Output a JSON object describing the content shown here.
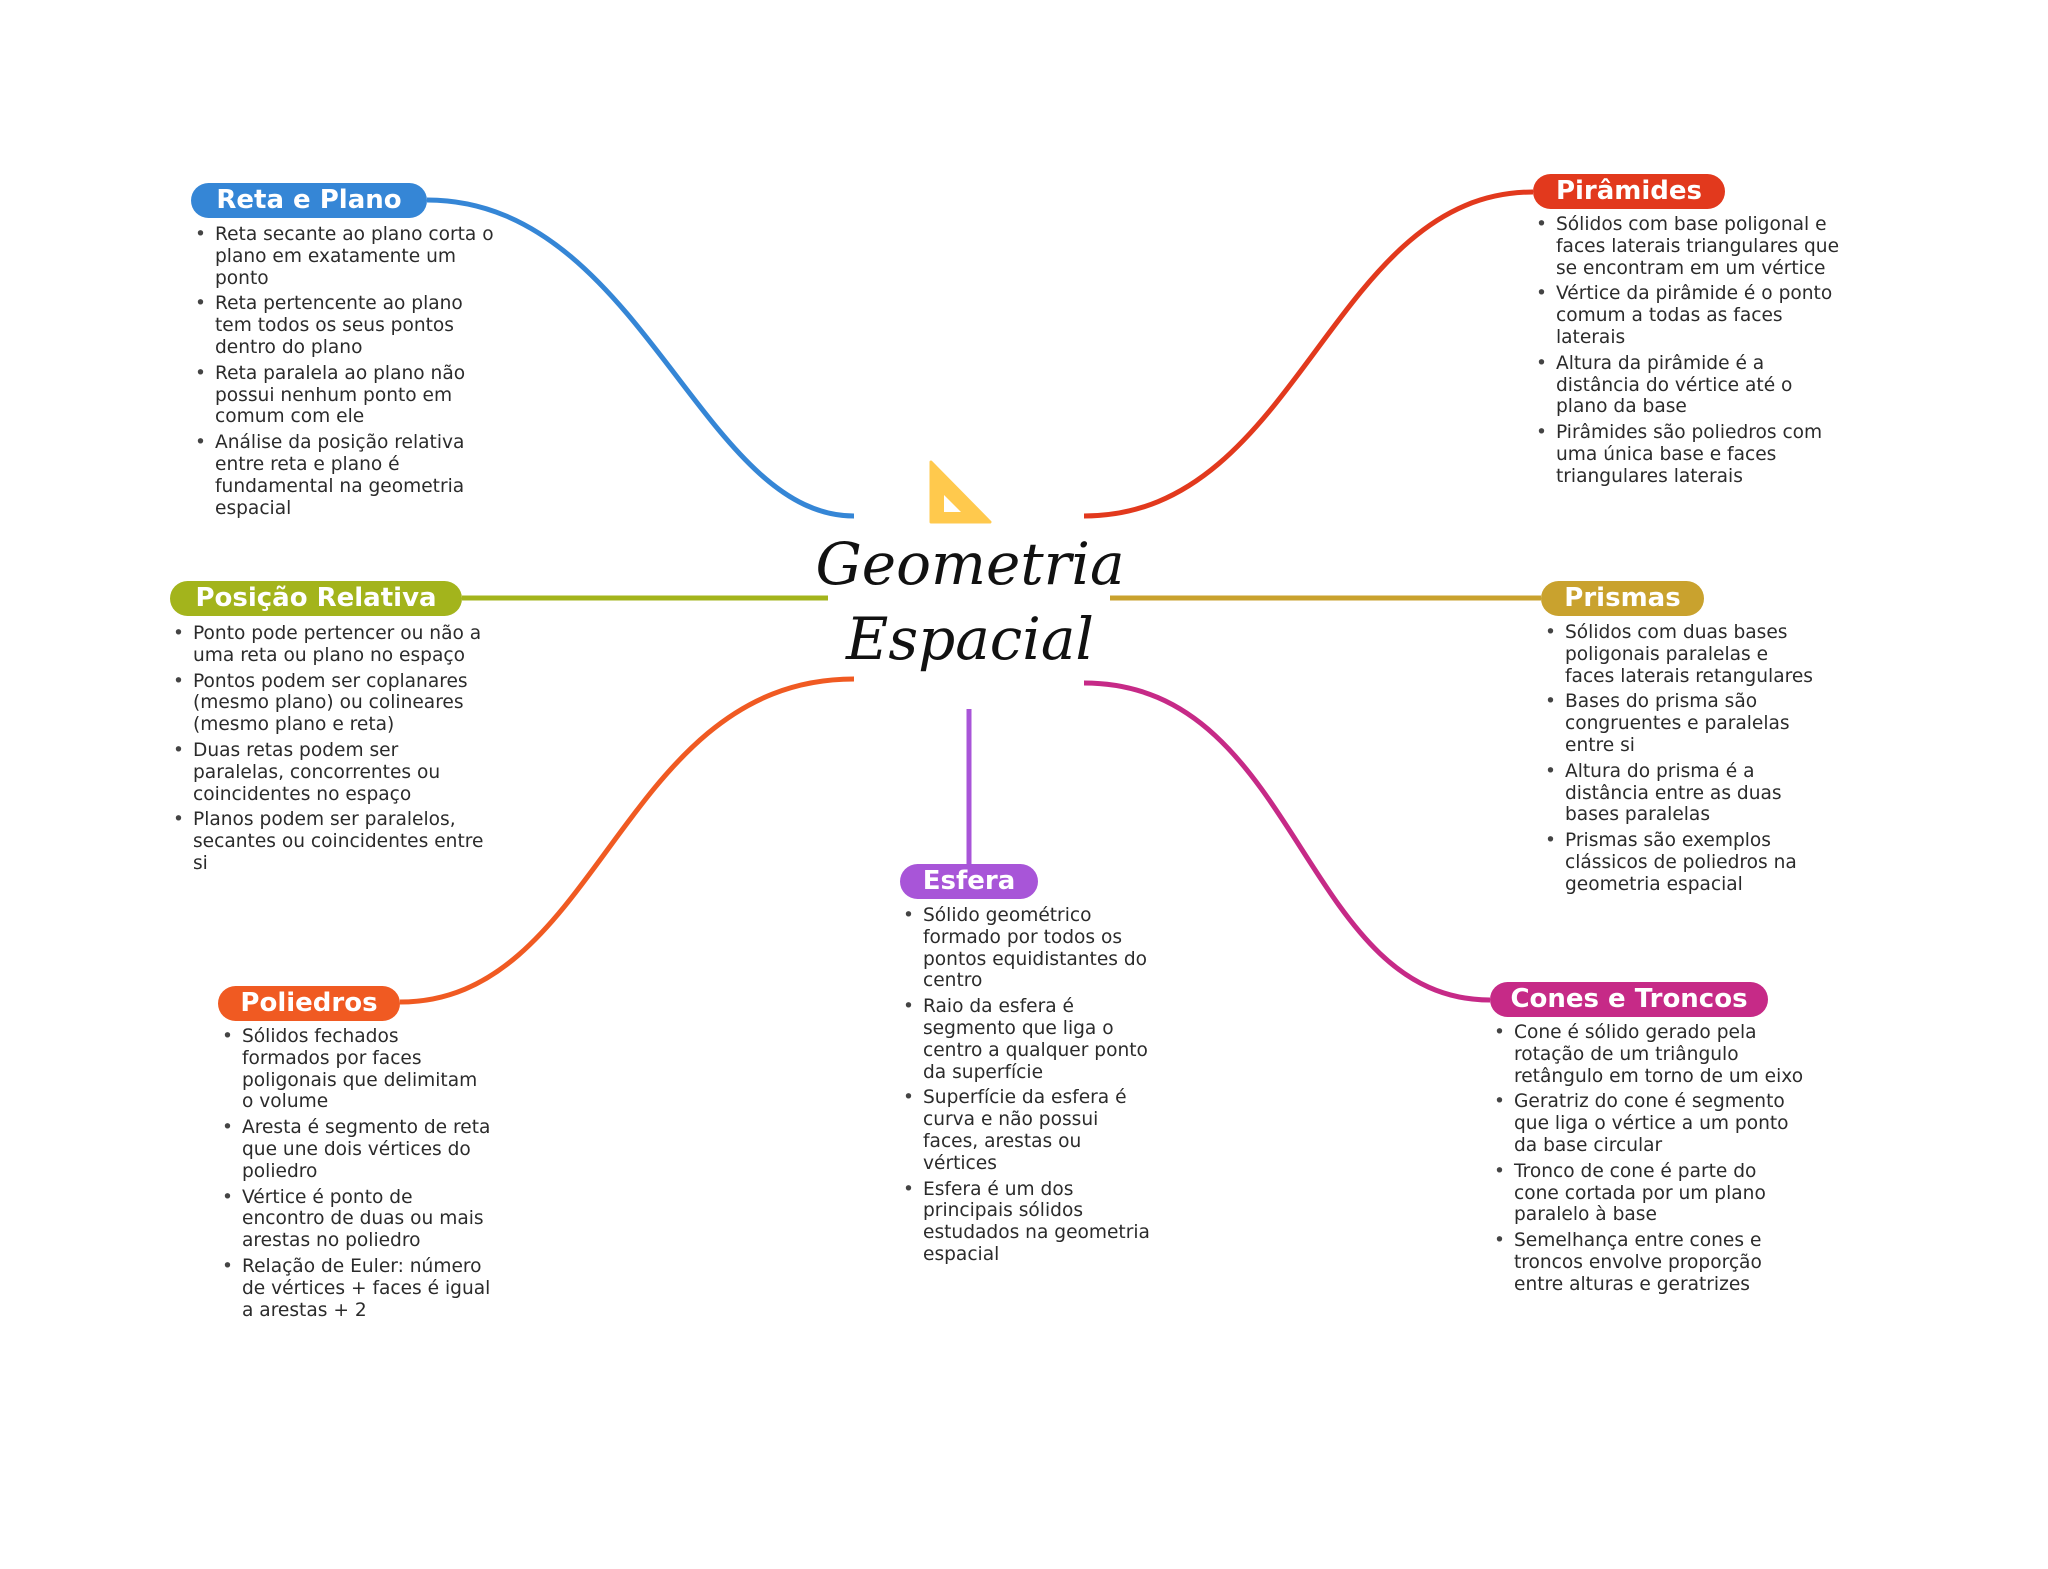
{
  "center": {
    "line1": "Geometria",
    "line2": "Espacial",
    "icon": "set-square-icon",
    "icon_color": "#ffc94d"
  },
  "branches": [
    {
      "id": "reta-plano",
      "label": "Reta e Plano",
      "color": "#3586d6",
      "items": [
        "Reta secante ao plano corta o plano em exatamente um ponto",
        "Reta pertencente ao plano tem todos os seus pontos dentro do plano",
        "Reta paralela ao plano não possui nenhum ponto em comum com ele",
        "Análise da posição relativa entre reta e plano é fundamental na geometria espacial"
      ]
    },
    {
      "id": "piramides",
      "label": "Pirâmides",
      "color": "#e2391d",
      "items": [
        "Sólidos com base poligonal e faces laterais triangulares que se encontram em um vértice",
        "Vértice da pirâmide é o ponto comum a todas as faces laterais",
        "Altura da pirâmide é a distância do vértice até o plano da base",
        "Pirâmides são poliedros com uma única base e faces triangulares laterais"
      ]
    },
    {
      "id": "posicao-relativa",
      "label": "Posição Relativa",
      "color": "#a3b41c",
      "items": [
        "Ponto pode pertencer ou não a uma reta ou plano no espaço",
        "Pontos podem ser coplanares (mesmo plano) ou colineares (mesmo plano e reta)",
        "Duas retas podem ser paralelas, concorrentes ou coincidentes no espaço",
        "Planos podem ser paralelos, secantes ou coincidentes entre si"
      ]
    },
    {
      "id": "prismas",
      "label": "Prismas",
      "color": "#c9a22e",
      "items": [
        "Sólidos com duas bases poligonais paralelas e faces laterais retangulares",
        "Bases do prisma são congruentes e paralelas entre si",
        "Altura do prisma é a distância entre as duas bases paralelas",
        "Prismas são exemplos clássicos de poliedros na geometria espacial"
      ]
    },
    {
      "id": "poliedros",
      "label": "Poliedros",
      "color": "#f05a22",
      "items": [
        "Sólidos fechados formados por faces poligonais que delimitam o volume",
        "Aresta é segmento de reta que une dois vértices do poliedro",
        "Vértice é ponto de encontro de duas ou mais arestas no poliedro",
        "Relação de Euler: número de vértices + faces é igual a arestas + 2"
      ]
    },
    {
      "id": "esfera",
      "label": "Esfera",
      "color": "#a855d8",
      "items": [
        "Sólido geométrico formado por todos os pontos equidistantes do centro",
        "Raio da esfera é segmento que liga o centro a qualquer ponto da superfície",
        "Superfície da esfera é curva e não possui faces, arestas ou vértices",
        "Esfera é um dos principais sólidos estudados na geometria espacial"
      ]
    },
    {
      "id": "cones-troncos",
      "label": "Cones e Troncos",
      "color": "#c62a87",
      "items": [
        "Cone é sólido gerado pela rotação de um triângulo retângulo em torno de um eixo",
        "Geratriz do cone é segmento que liga o vértice a um ponto da base circular",
        "Tronco de cone é parte do cone cortada por um plano paralelo à base",
        "Semelhança entre cones e troncos envolve proporção entre alturas e geratrizes"
      ]
    }
  ]
}
